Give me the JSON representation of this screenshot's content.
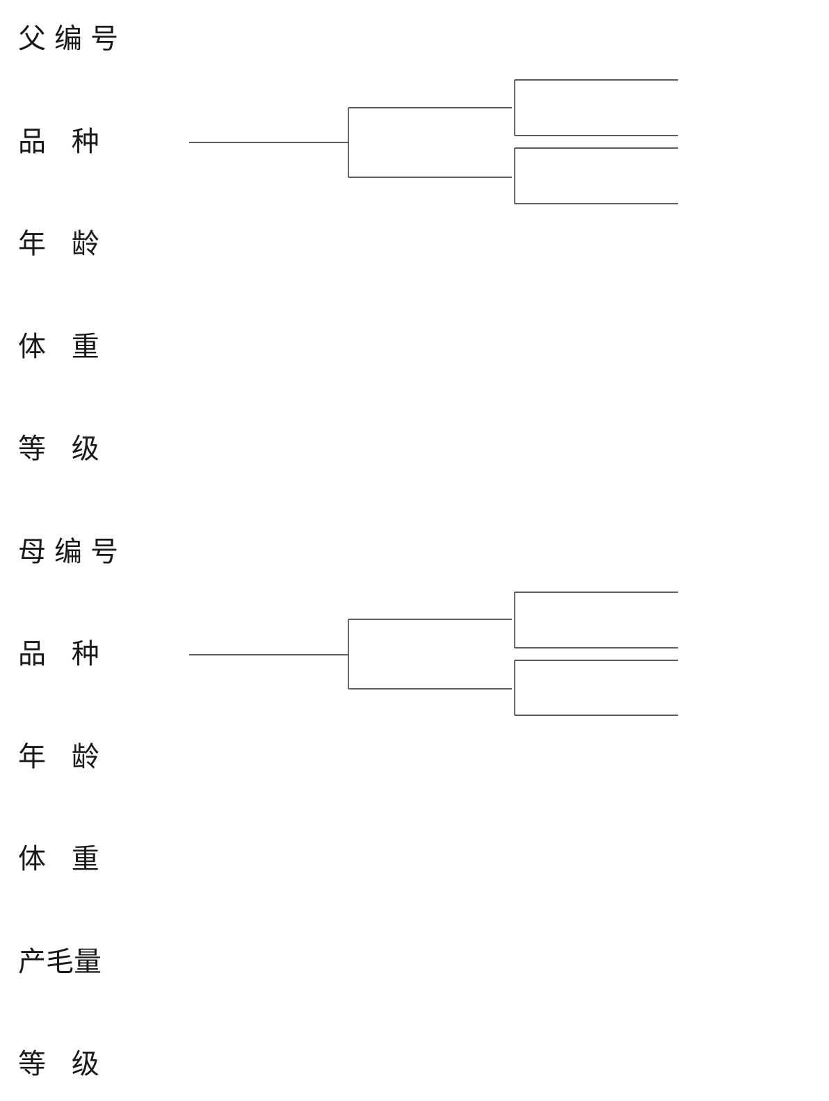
{
  "form": {
    "sire": {
      "id_label": "父编号",
      "breed_label": "品 种",
      "age_label": "年 龄",
      "weight_label": "体 重",
      "grade_label": "等 级"
    },
    "dam": {
      "id_label": "母编号",
      "breed_label": "品 种",
      "age_label": "年 龄",
      "weight_label": "体 重",
      "wool_yield_label": "产毛量",
      "grade_label": "等 级"
    }
  }
}
